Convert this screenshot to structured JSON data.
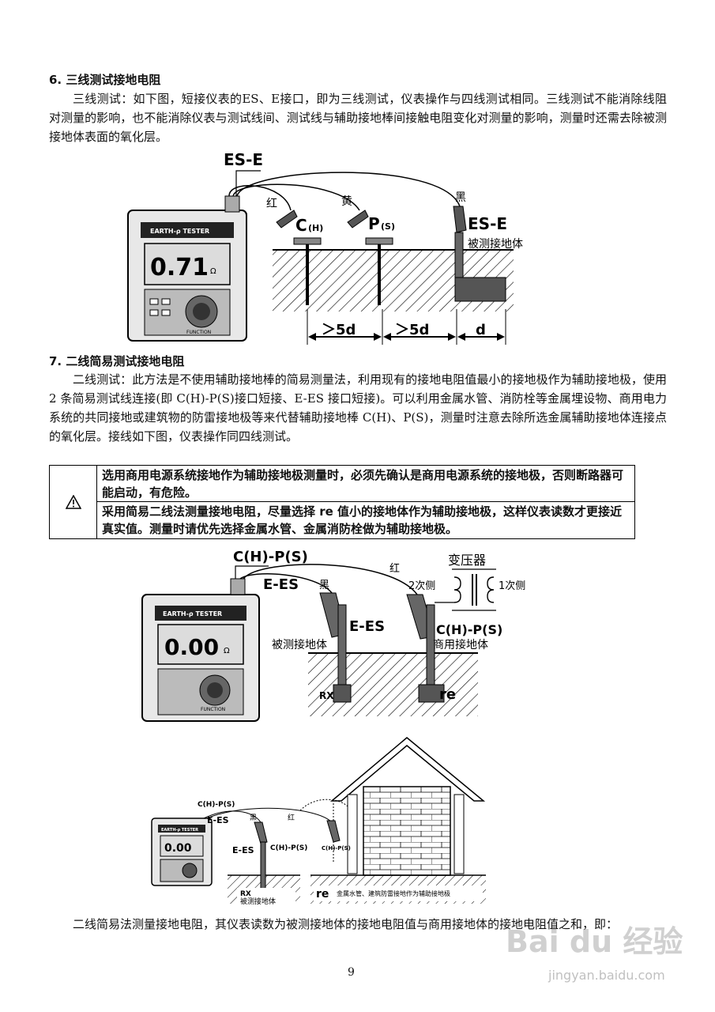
{
  "section6": {
    "heading": "6. 三线测试接地电阻",
    "paragraph": "三线测试：如下图，短接仪表的ES、E接口，即为三线测试，仪表操作与四线测试相同。三线测试不能消除线阻对测量的影响，也不能消除仪表与测试线间、测试线与辅助接地棒间接触电阻变化对测量的影响，测量时还需去除被测接地体表面的氧化层。"
  },
  "diagram1": {
    "terminal_label": "ES-E",
    "wire_red": "红",
    "wire_yellow": "黄",
    "wire_black": "黑",
    "probe_c": "C",
    "probe_c_sub": "(H)",
    "probe_p": "P",
    "probe_p_sub": "(S)",
    "probe_ese": "ES-E",
    "ground_label": "被测接地体",
    "dim1": "＞5d",
    "dim2": "＞5d",
    "dim3": "d",
    "meter_brand": "EARTH-ρ TESTER",
    "meter_reading": "0.71",
    "meter_unit": "Ω",
    "meter_function": "FUNCTION"
  },
  "section7": {
    "heading": "7. 二线简易测试接地电阻",
    "paragraph": "二线测试：此方法是不使用辅助接地棒的简易测量法，利用现有的接地电阻值最小的接地极作为辅助接地极，使用 2 条简易测试线连接(即 C(H)-P(S)接口短接、E-ES 接口短接)。可以利用金属水管、消防栓等金属埋设物、商用电力系统的共同接地或建筑物的防雷接地极等来代替辅助接地棒 C(H)、P(S)，测量时注意去除所选金属辅助接地体连接点的氧化层。接线如下图，仪表操作同四线测试。"
  },
  "warning": {
    "row1": "选用商用电源系统接地作为辅助接地极测量时，必须先确认是商用电源系统的接地极，否则断路器可能启动，有危险。",
    "row2": "采用简易二线法测量接地电阻，尽量选择 re 值小的接地体作为辅助接地极，这样仪表读数才更接近真实值。测量时请优先选择金属水管、金属消防栓做为辅助接地极。"
  },
  "diagram2": {
    "top_label": "C(H)-P(S)",
    "left_label": "E-ES",
    "wire_black": "黑",
    "wire_red": "红",
    "transformer": "变压器",
    "secondary": "2次侧",
    "primary": "1次侧",
    "probe_e": "E-ES",
    "probe_c": "C(H)-P(S)",
    "ground_left": "被测接地体",
    "ground_right": "商用接地体",
    "rx": "RX",
    "re": "re",
    "meter_brand": "EARTH-ρ TESTER",
    "meter_reading": "0.00",
    "meter_unit": "Ω",
    "meter_function": "FUNCTION"
  },
  "diagram3": {
    "top_label": "C(H)-P(S)",
    "left_label": "E-ES",
    "wire_black": "黑",
    "wire_red": "红",
    "probe_e": "E-ES",
    "probe_c_left": "C(H)-P(S)",
    "probe_c_right": "C(H)-P(S)",
    "rx": "RX",
    "ground_left": "被测接地体",
    "re": "re",
    "re_desc": "金属水管、建筑防雷接地作为辅助接地极",
    "meter_brand": "EARTH-ρ TESTER",
    "meter_reading": "0.00"
  },
  "footer": {
    "paragraph": "二线简易法测量接地电阻，其仪表读数为被测接地体的接地电阻值与商用接地体的接地电阻值之和，即：",
    "page_number": "9"
  },
  "watermark": {
    "brand": "Bai du 经验",
    "url": "jingyan.baidu.com"
  }
}
